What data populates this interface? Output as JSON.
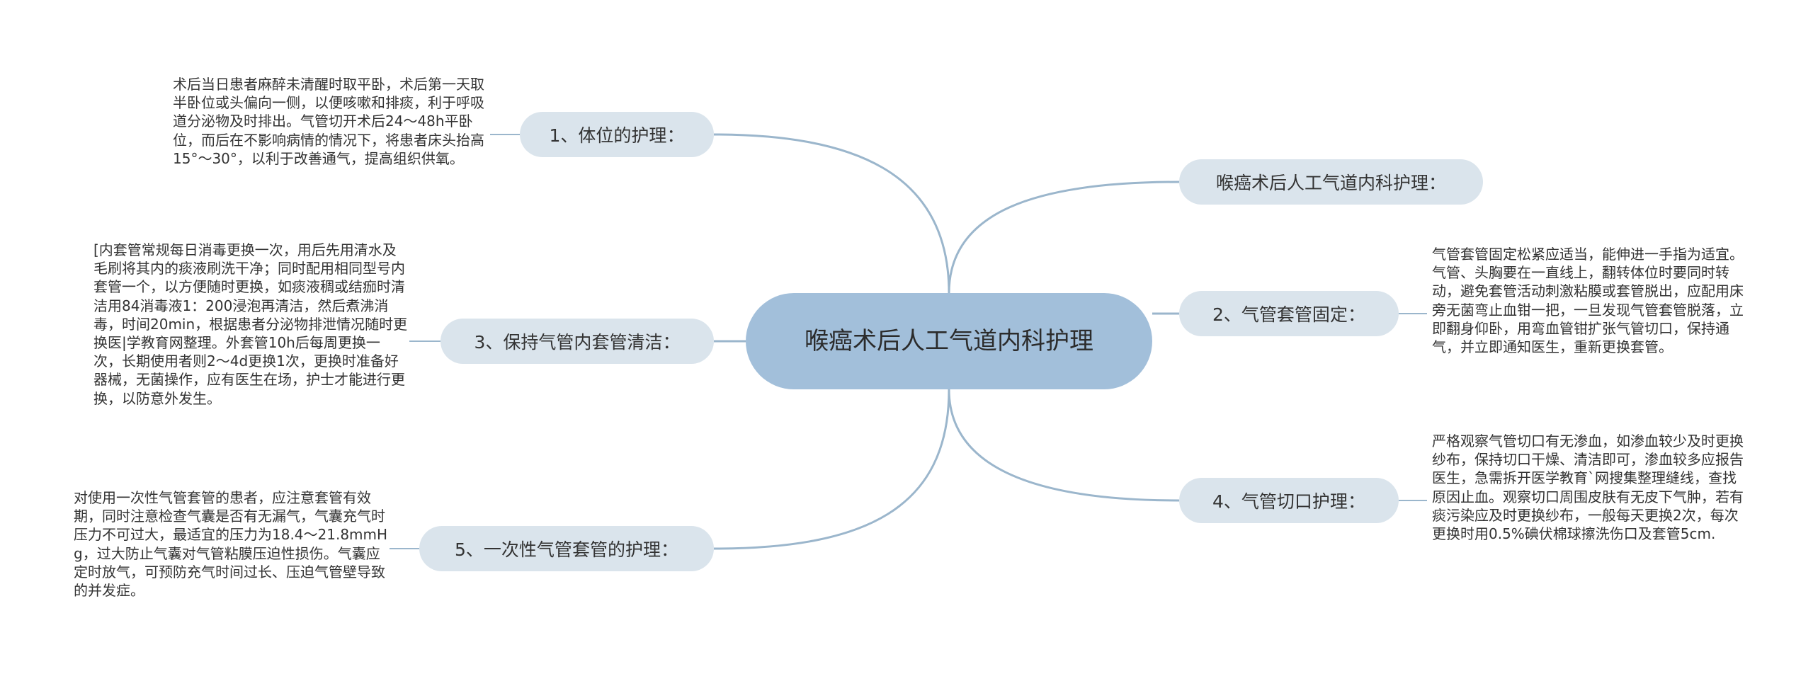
{
  "colors": {
    "root_fill": "#a2bfda",
    "branch_fill": "#dae4ec",
    "line": "#9bb6cc",
    "text": "#333333"
  },
  "mindmap": {
    "root": "喉癌术后人工气道内科护理",
    "branches": [
      {
        "id": "b1",
        "label": "1、体位的护理：",
        "side": "left",
        "detail": "术后当日患者麻醉未清醒时取平卧，术后第一天取半卧位或头偏向一侧，以便咳嗽和排痰，利于呼吸道分泌物及时排出。气管切开术后24～48h平卧位，而后在不影响病情的情况下，将患者床头抬高15°～30°，以利于改善通气，提高组织供氧。"
      },
      {
        "id": "b2",
        "label": "喉癌术后人工气道内科护理：",
        "side": "right",
        "detail": ""
      },
      {
        "id": "b3",
        "label": "2、气管套管固定：",
        "side": "right",
        "detail": "气管套管固定松紧应适当，能伸进一手指为适宜。气管、头胸要在一直线上，翻转体位时要同时转动，避免套管活动刺激粘膜或套管脱出，应配用床旁无菌弯止血钳一把，一旦发现气管套管脱落，立即翻身仰卧，用弯血管钳扩张气管切口，保持通气，并立即通知医生，重新更换套管。"
      },
      {
        "id": "b4",
        "label": "3、保持气管内套管清洁：",
        "side": "left",
        "detail": "[内套管常规每日消毒更换一次，用后先用清水及毛刷将其内的痰液刷洗干净；同时配用相同型号内套管一个，以方便随时更换，如痰液稠或结痂时清洁用84消毒液1：200浸泡再清洁，然后煮沸消毒，时间20min，根据患者分泌物排泄情况随时更换医|学教育网整理。外套管10h后每周更换一次，长期使用者则2～4d更换1次，更换时准备好器械，无菌操作，应有医生在场，护士才能进行更换，以防意外发生。"
      },
      {
        "id": "b5",
        "label": "4、气管切口护理：",
        "side": "right",
        "detail": "严格观察气管切口有无渗血，如渗血较少及时更换纱布，保持切口干燥、清洁即可，渗血较多应报告医生，急需拆开医学教育`网搜集整理缝线，查找原因止血。观察切口周围皮肤有无皮下气肿，若有痰污染应及时更换纱布，一般每天更换2次，每次更换时用0.5%碘伏棉球擦洗伤口及套管5cm."
      },
      {
        "id": "b6",
        "label": "5、一次性气管套管的护理：",
        "side": "left",
        "detail": "对使用一次性气管套管的患者，应注意套管有效期，同时注意检查气囊是否有无漏气，气囊充气时压力不可过大，最适宜的压力为18.4～21.8mmHg，过大防止气囊对气管粘膜压迫性损伤。气囊应定时放气，可预防充气时间过长、压迫气管壁导致的并发症。"
      }
    ]
  }
}
